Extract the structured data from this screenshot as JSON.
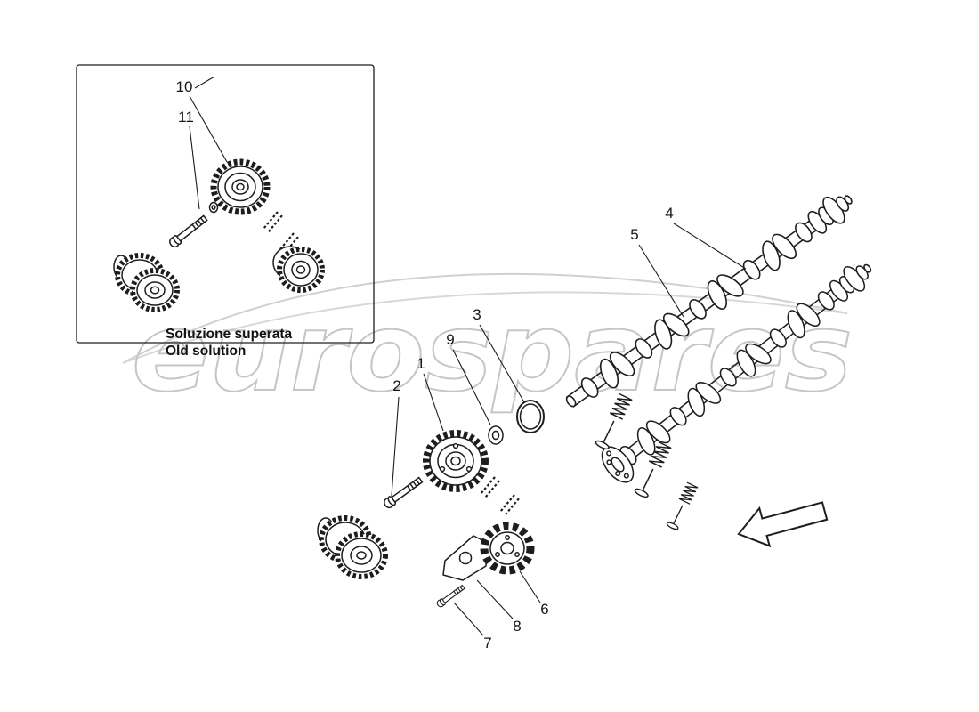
{
  "diagram": {
    "type": "exploded-parts-diagram",
    "subject": "camshaft timing system - gears, variator and camshafts",
    "line_color": "#1d1d1d",
    "background": "#ffffff"
  },
  "watermark": {
    "text": "eurospares",
    "color": "#c6c6c6"
  },
  "inset": {
    "label_it": "Soluzione superata",
    "label_en": "Old solution"
  },
  "callouts": {
    "n1": "1",
    "n2": "2",
    "n3": "3",
    "n4": "4",
    "n5": "5",
    "n6": "6",
    "n7": "7",
    "n8": "8",
    "n9": "9",
    "n10": "10",
    "n11": "11"
  }
}
